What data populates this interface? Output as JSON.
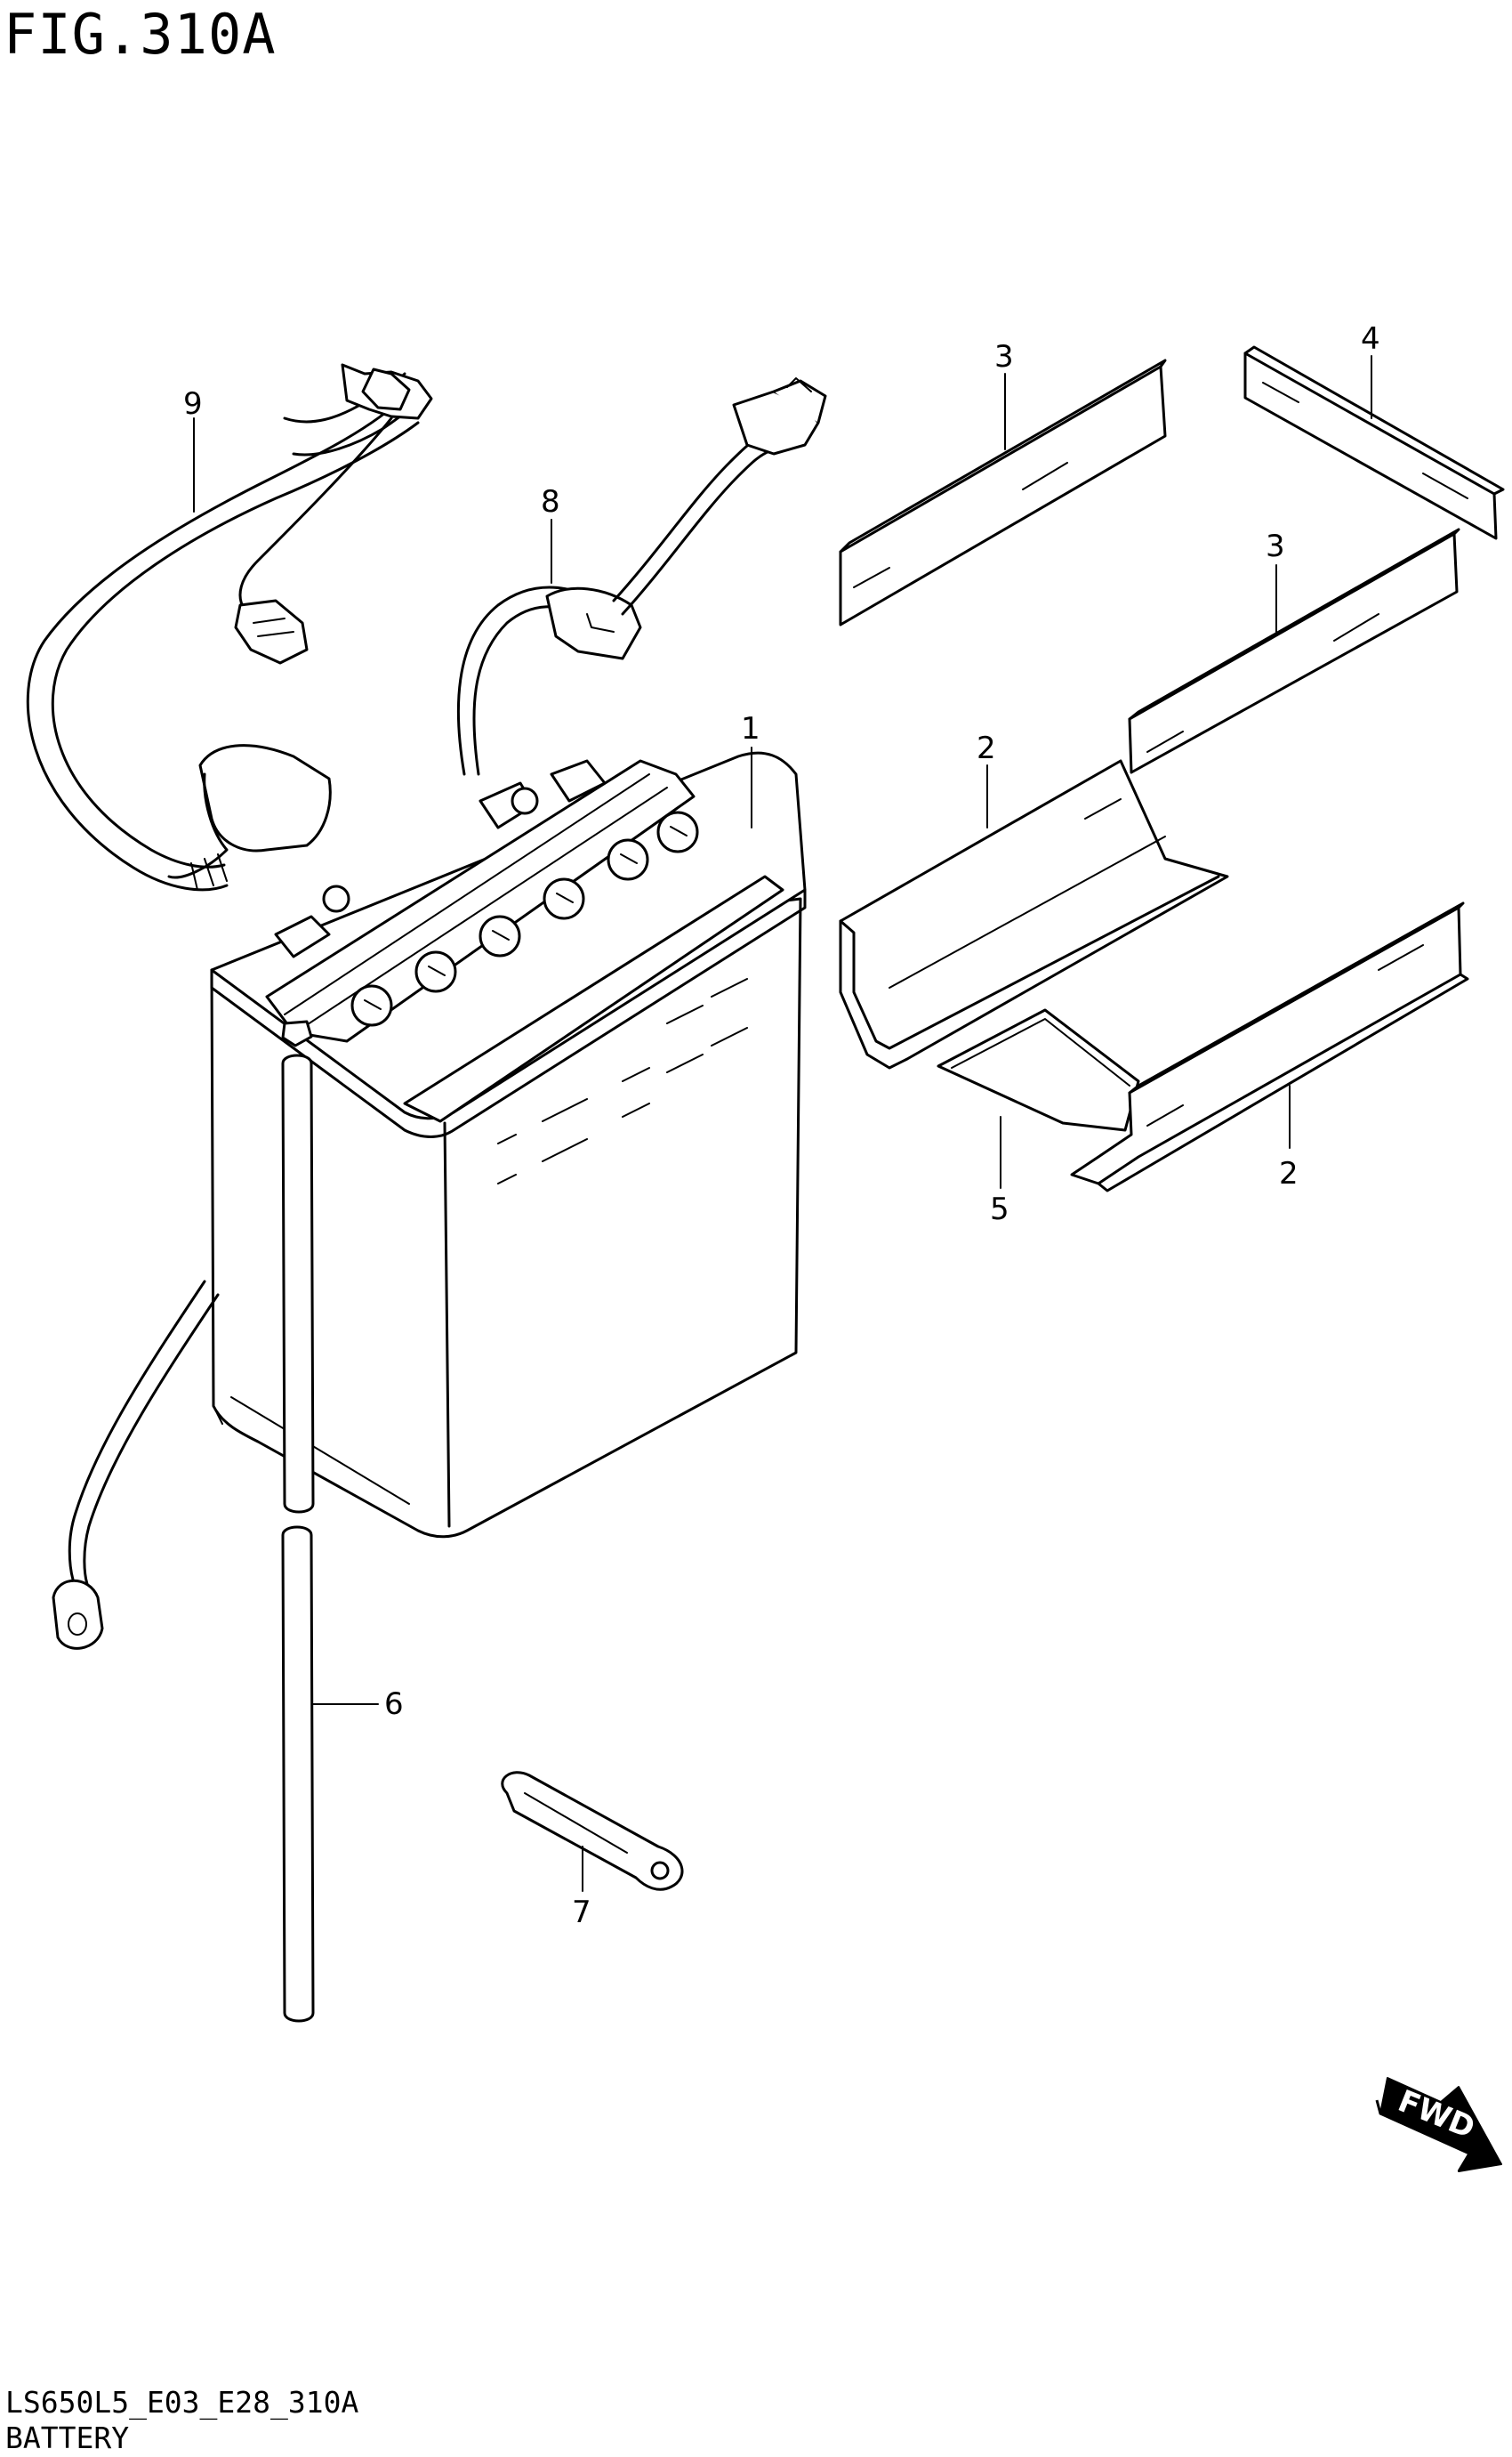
{
  "figure": {
    "title": "FIG.310A"
  },
  "footer": {
    "code": "LS650L5_E03_E28_310A",
    "name": "BATTERY"
  },
  "callouts": {
    "battery": "1",
    "bracket_left": "2",
    "bracket_right": "2",
    "cushion_top": "3",
    "cushion_mid": "3",
    "cushion_4": "4",
    "plate_5": "5",
    "breather_hose": "6",
    "battery_band": "7",
    "lead_wire_8": "8",
    "lead_wire_9": "9"
  },
  "direction_marker": {
    "label": "FWD"
  }
}
